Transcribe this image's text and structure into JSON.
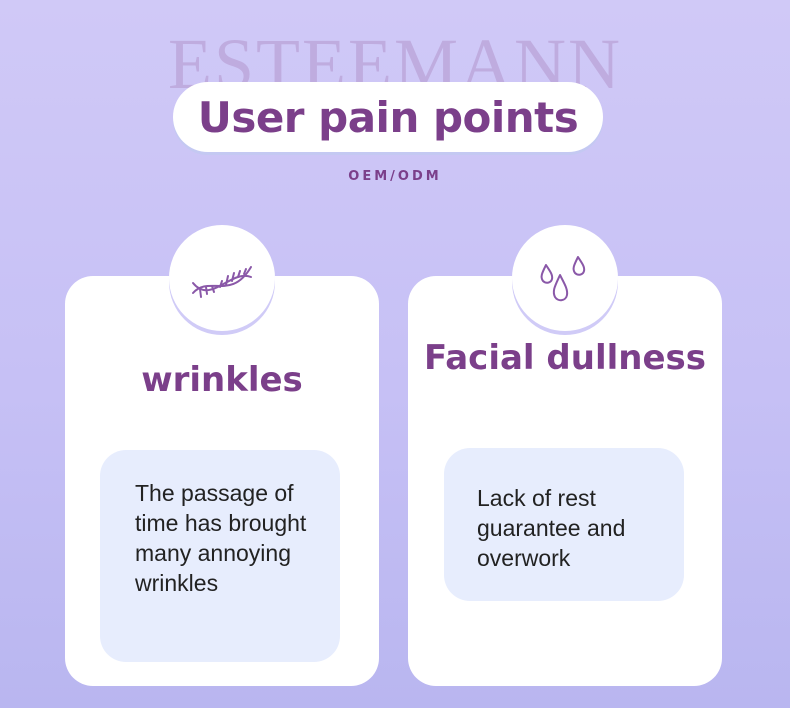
{
  "watermark": "ESTEEMANN",
  "header": {
    "title": "User pain points",
    "subtitle": "OEM/ODM"
  },
  "cards": [
    {
      "icon": "dna-icon",
      "heading": "wrinkles",
      "description": "The passage of time has brought many annoying wrinkles"
    },
    {
      "icon": "water-drops-icon",
      "heading": "Facial dullness",
      "description": "Lack of rest guarantee and overwork"
    }
  ],
  "colors": {
    "accent": "#7b3f8a",
    "background_top": "#d0c9f7",
    "background_bottom": "#b9b6f0",
    "card": "#ffffff",
    "text_box": "#e7edfd",
    "icon_stroke": "#8a58a8"
  }
}
